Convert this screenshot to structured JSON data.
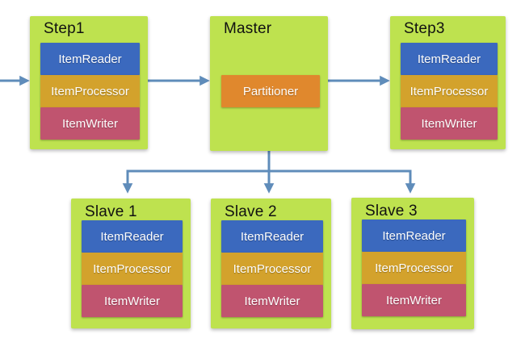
{
  "colors": {
    "node_bg": "#bee24f",
    "reader_bg": "#3b69be",
    "processor_bg": "#d3a22c",
    "writer_bg": "#c0546f",
    "partitioner_bg": "#e0882d",
    "connector": "#5f8cba",
    "title_text": "#111111",
    "inner_text": "#fdfdfd"
  },
  "nodes": {
    "step1": {
      "title": "Step1",
      "items": [
        "ItemReader",
        "ItemProcessor",
        "ItemWriter"
      ]
    },
    "master": {
      "title": "Master",
      "items": [
        "Partitioner"
      ]
    },
    "step3": {
      "title": "Step3",
      "items": [
        "ItemReader",
        "ItemProcessor",
        "ItemWriter"
      ]
    },
    "slave1": {
      "title": "Slave 1",
      "items": [
        "ItemReader",
        "ItemProcessor",
        "ItemWriter"
      ]
    },
    "slave2": {
      "title": "Slave 2",
      "items": [
        "ItemReader",
        "ItemProcessor",
        "ItemWriter"
      ]
    },
    "slave3": {
      "title": "Slave 3",
      "items": [
        "ItemReader",
        "ItemProcessor",
        "ItemWriter"
      ]
    }
  }
}
